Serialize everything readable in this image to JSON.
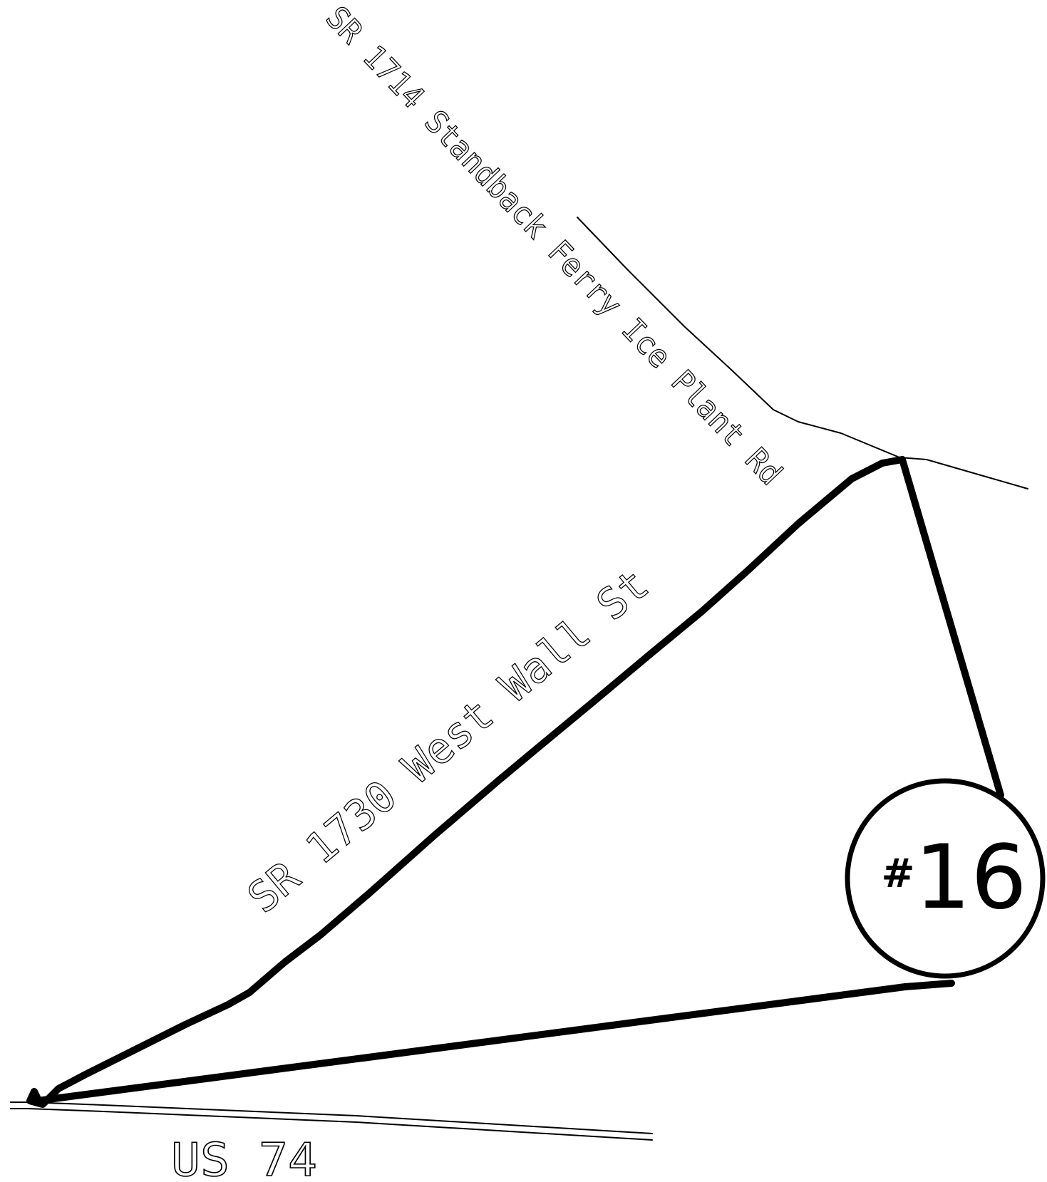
{
  "labels": {
    "standback_road": "SR 1714 Standback Ferry Ice Plant Rd",
    "west_wall_st": "SR 1730 West Wall St",
    "us_74": "US 74"
  },
  "badge": {
    "hash": "#",
    "number": "16"
  },
  "colors": {
    "line": "#000000",
    "background": "#ffffff"
  }
}
